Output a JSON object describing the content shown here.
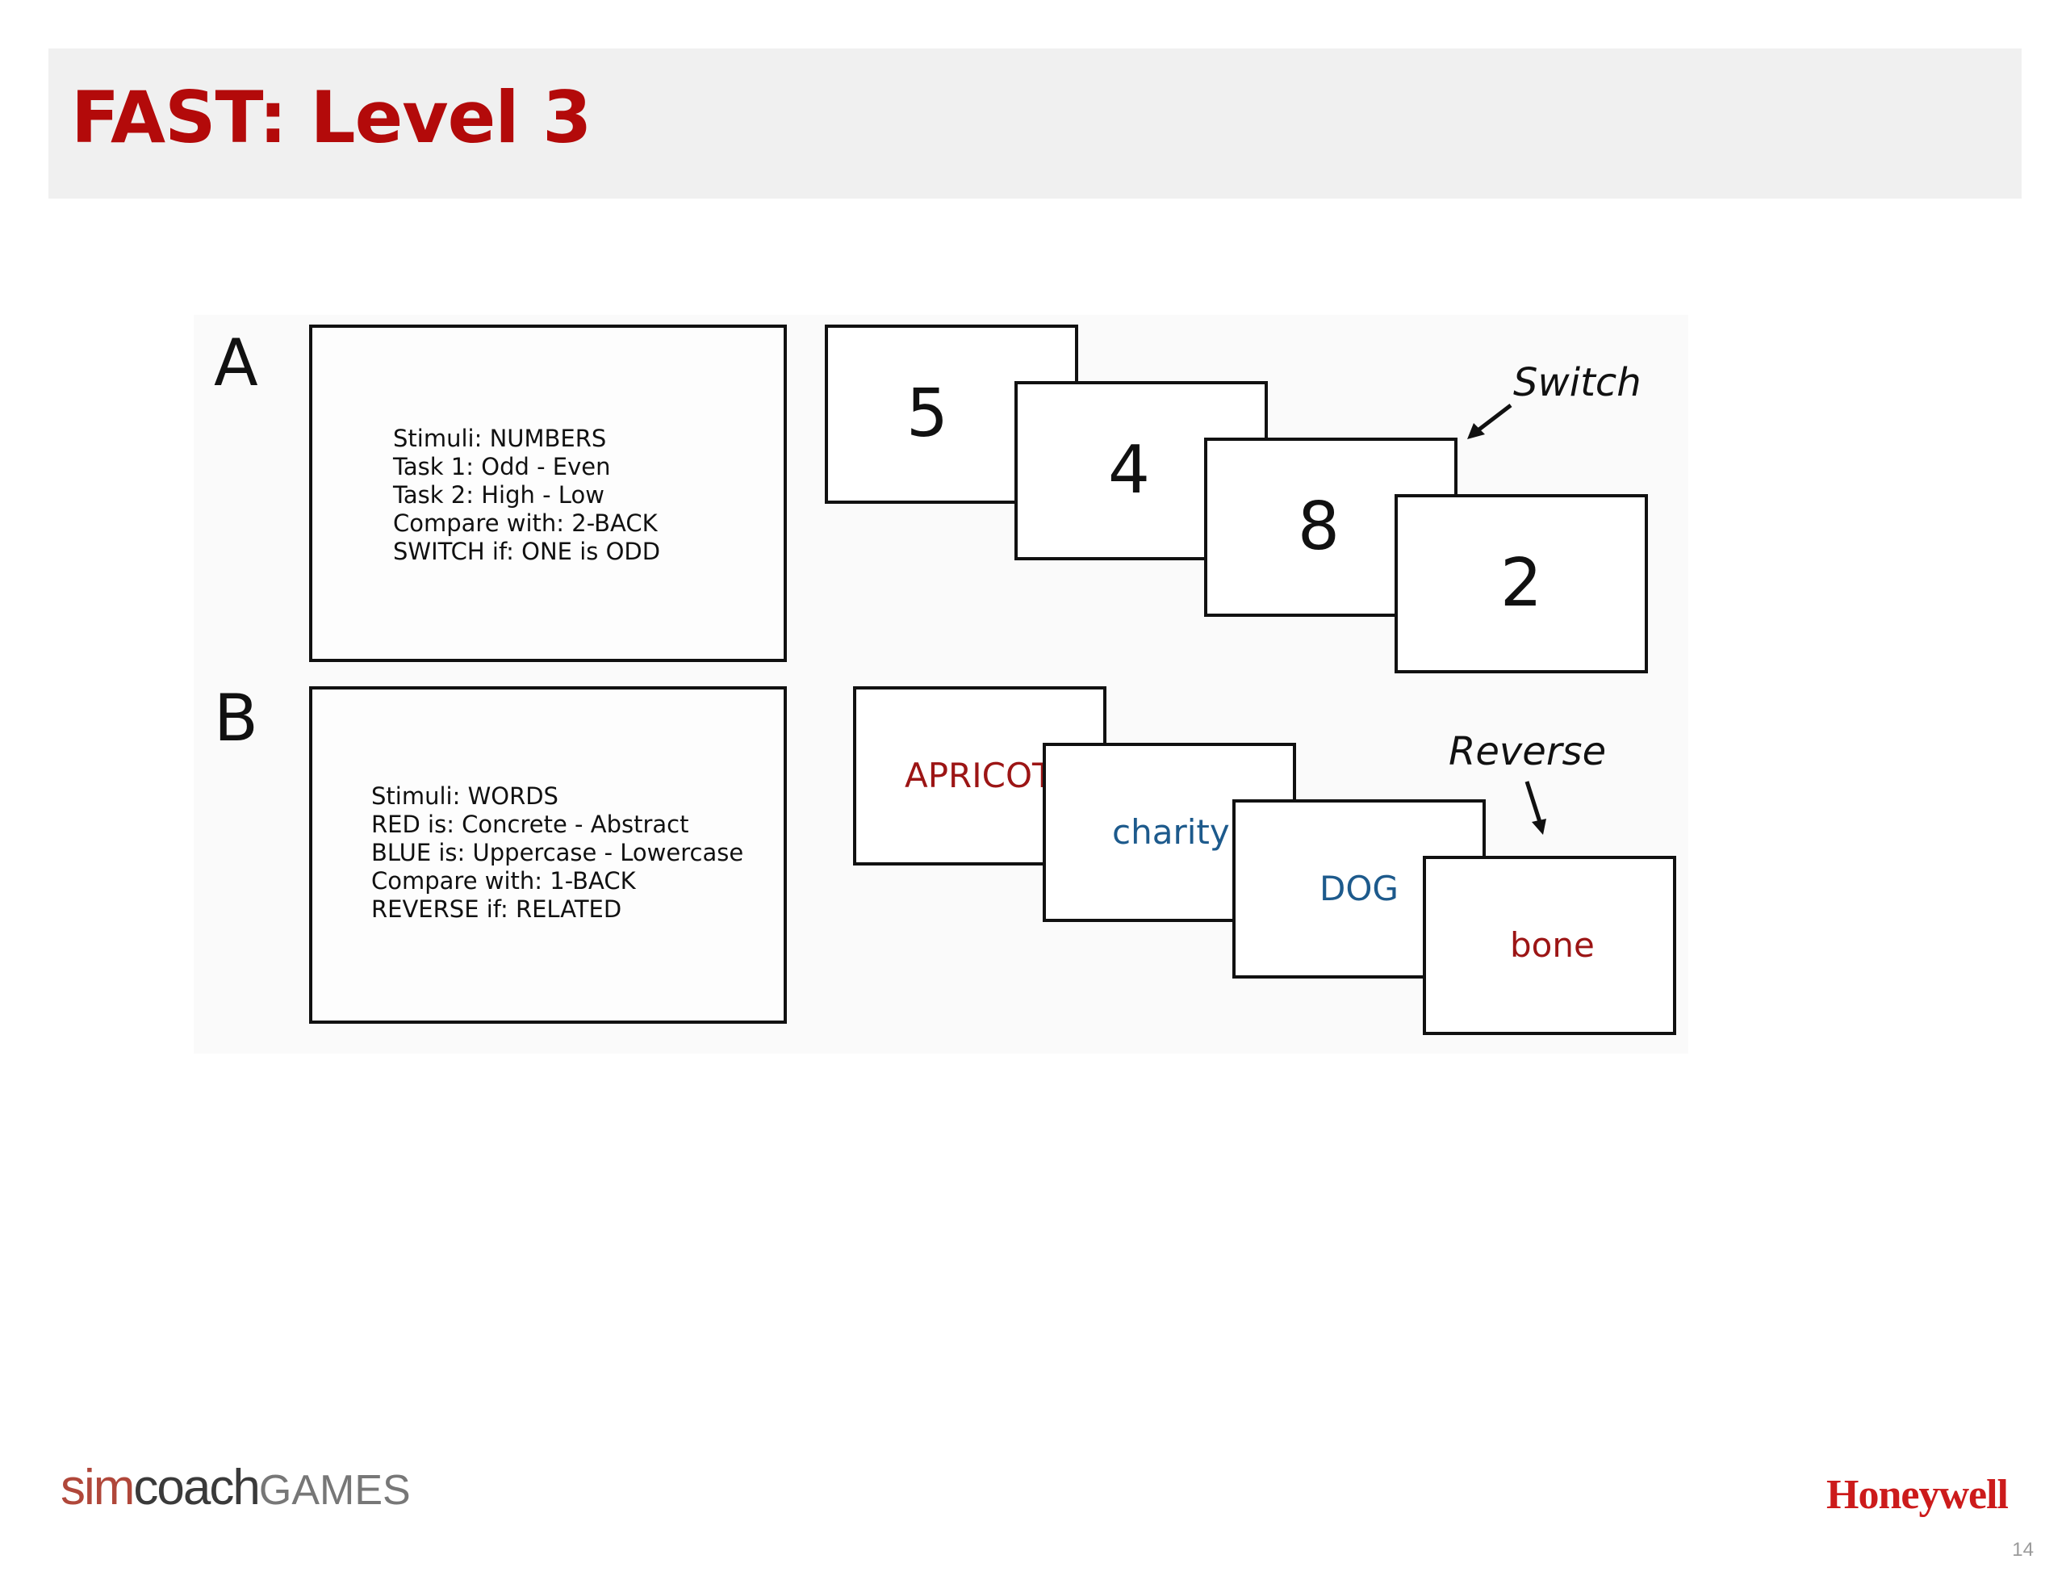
{
  "slide": {
    "title": "FAST: Level 3",
    "page_number": "14"
  },
  "figure": {
    "rows": [
      {
        "letter": "A",
        "rules": [
          "Stimuli: NUMBERS",
          "Task 1: Odd - Even",
          "Task 2: High - Low",
          "Compare with: 2-BACK",
          "SWITCH if: ONE is ODD"
        ],
        "cards": [
          {
            "text": "5"
          },
          {
            "text": "4"
          },
          {
            "text": "8"
          },
          {
            "text": "2"
          }
        ],
        "cue": "Switch"
      },
      {
        "letter": "B",
        "rules": [
          "Stimuli: WORDS",
          "RED is: Concrete - Abstract",
          "BLUE is: Uppercase - Lowercase",
          "Compare with: 1-BACK",
          "REVERSE if: RELATED"
        ],
        "cards": [
          {
            "text": "APRICOT",
            "color": "red"
          },
          {
            "text": "charity",
            "color": "blue"
          },
          {
            "text": "DOG",
            "color": "blue"
          },
          {
            "text": "bone",
            "color": "red"
          }
        ],
        "cue": "Reverse"
      }
    ],
    "colors": {
      "red": "#9c1515",
      "blue": "#1d5a8c"
    }
  },
  "logos": {
    "simcoach": {
      "sim": "sim",
      "coach": "coach",
      "games": "GAMES"
    },
    "honeywell": "Honeywell",
    "colors": {
      "sim": "#b0473a",
      "coach": "#3a3a3a",
      "games": "#777777",
      "honeywell": "#cc1b1b"
    }
  }
}
